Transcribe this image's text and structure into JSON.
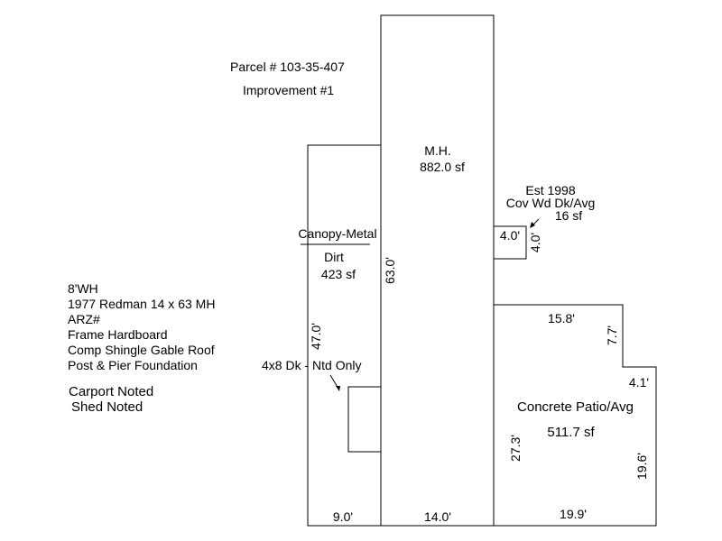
{
  "header": {
    "parcel": "Parcel # 103-35-407",
    "improvement": "Improvement #1"
  },
  "notes": [
    "8'WH",
    "1977 Redman 14 x 63 MH",
    "ARZ#",
    "Frame Hardboard",
    "Comp Shingle Gable Roof",
    "Post & Pier Foundation"
  ],
  "notes2": [
    "Carport Noted",
    "Shed Noted"
  ],
  "mh": {
    "name": "M.H.",
    "area": "882.0 sf",
    "side": "63.0'",
    "bottom": "14.0'"
  },
  "canopy": {
    "name": "Canopy-Metal",
    "surface": "Dirt",
    "area": "423 sf",
    "side": "47.0'",
    "bottom": "9.0'"
  },
  "small_deck": {
    "label": "4x8 Dk - Ntd Only"
  },
  "cov_deck": {
    "year": "Est 1998",
    "name": "Cov Wd Dk/Avg",
    "area": "16 sf",
    "width": "4.0'",
    "height": "4.0'"
  },
  "patio": {
    "name": "Concrete Patio/Avg",
    "area": "511.7 sf",
    "top": "15.8'",
    "step_v": "7.7'",
    "step_h": "4.1'",
    "left": "27.3'",
    "right": "19.6'",
    "bottom": "19.9'"
  },
  "colors": {
    "line": "#000000",
    "background": "#ffffff"
  }
}
